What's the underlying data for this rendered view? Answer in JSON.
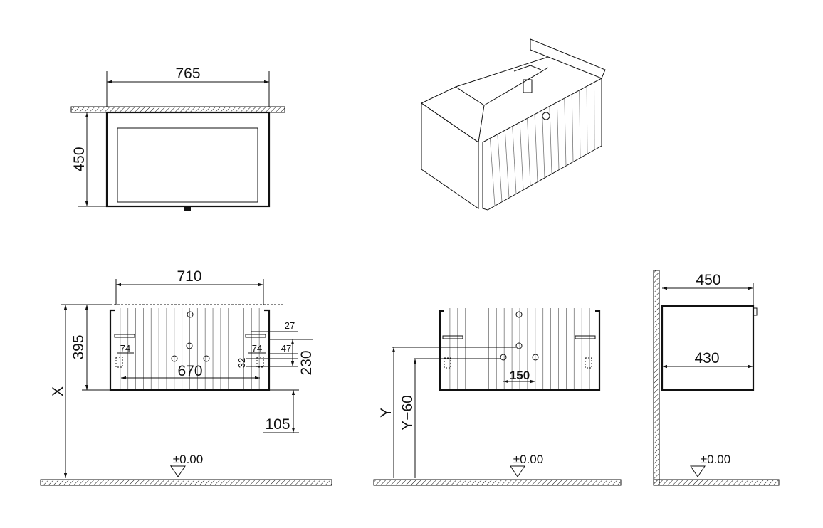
{
  "plan_view": {
    "width_label": "765",
    "depth_label": "450"
  },
  "front_view_left": {
    "width_top_label": "710",
    "height_label": "395",
    "mount_height_label": "X",
    "hole_spacing_label": "670",
    "bracket_width_left_label": "74",
    "bracket_width_right_label": "74",
    "side_offset_27_label": "27",
    "side_offset_47_label": "47",
    "bracket_height_label": "32",
    "drain_height_label": "230",
    "bottom_offset_label": "105",
    "floor_level_label": "±0.00"
  },
  "front_view_middle": {
    "y_label": "Y",
    "y60_label": "Y−60",
    "pipe_spacing_label": "150",
    "floor_level_label": "±0.00"
  },
  "side_view": {
    "depth_label": "450",
    "inner_depth_label": "430",
    "floor_level_label": "±0.00"
  }
}
